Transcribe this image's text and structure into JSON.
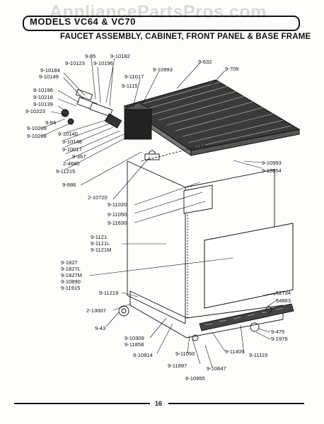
{
  "header": {
    "watermark": "AppliancePartsPros.com",
    "model": "MODELS VC64 & VC70",
    "title": "FAUCET ASSEMBLY, CABINET, FRONT PANEL & BASE FRAME"
  },
  "part_labels": [
    "9-85",
    "9-10182",
    "9-10123",
    "9-10196",
    "9-10184",
    "9-10149",
    "9-11017",
    "9-10993",
    "9-632",
    "9-709",
    "9-1115",
    "9-10196",
    "9-10218",
    "9-10139",
    "9-10223",
    "9-84",
    "9-10209",
    "9-10208",
    "9-10140",
    "9-10148",
    "9-10017",
    "9-367",
    "2-4680",
    "9-11215",
    "9-886",
    "2-10720",
    "9-11020",
    "9-11050",
    "9-11630",
    "9-1121",
    "9-1121L",
    "9-1121M",
    "9-1827",
    "9-1827L",
    "9-1827M",
    "9-10890",
    "9-11915",
    "9-11219",
    "2-13007",
    "9-43",
    "9-10309",
    "9-11858",
    "9-10814",
    "9-11050",
    "9-11897",
    "9-10955",
    "9-10647",
    "9-11409",
    "9-11119",
    "9-475",
    "9-1979",
    "54863",
    "52734",
    "9-10993",
    "9-10854"
  ],
  "footer": {
    "page_number": "16"
  }
}
